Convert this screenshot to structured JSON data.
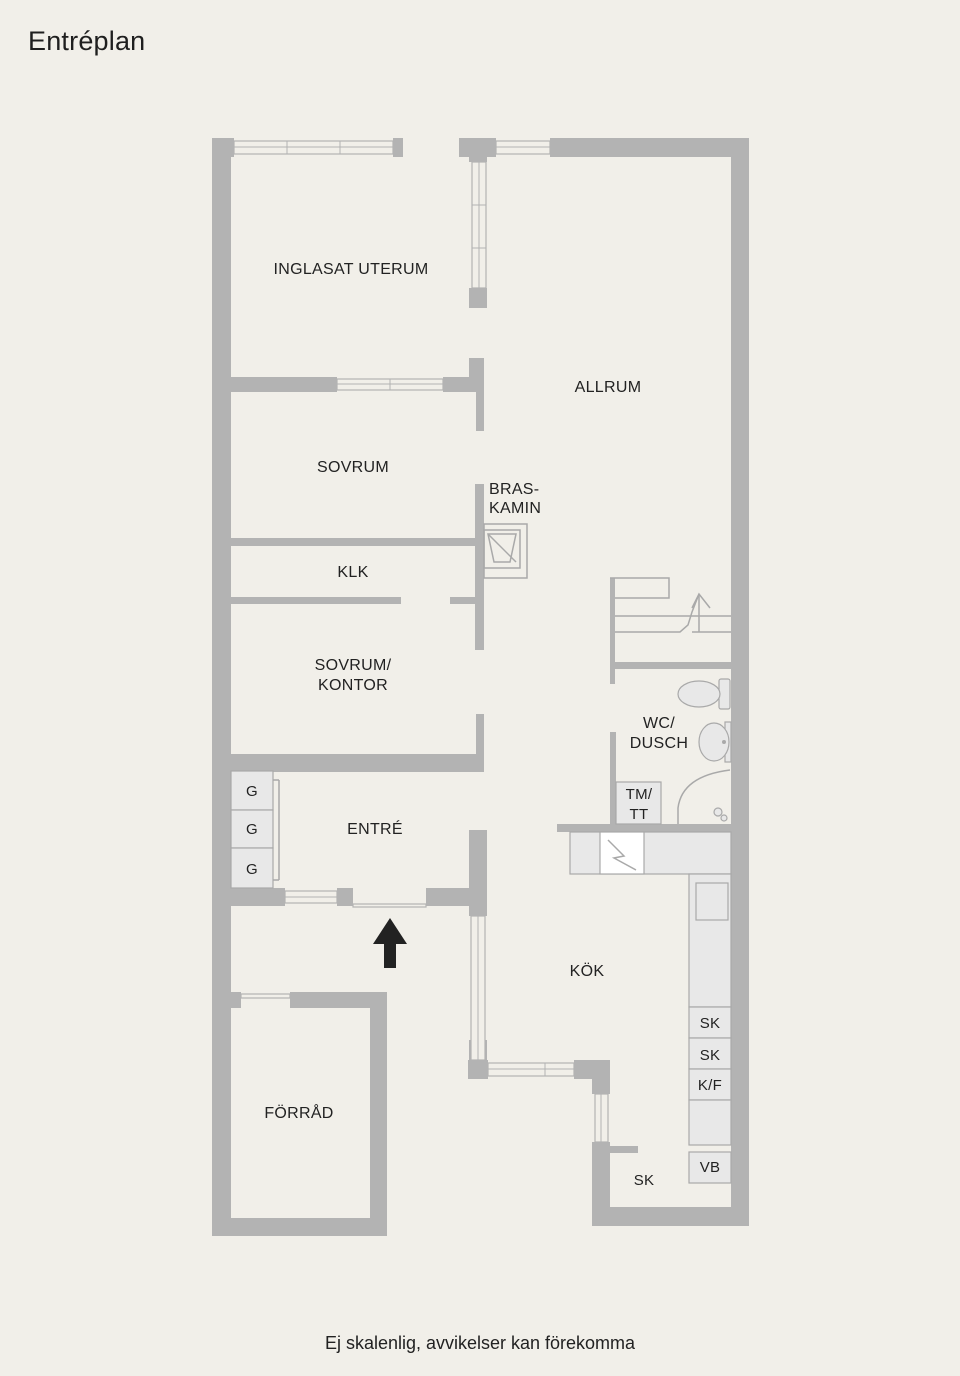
{
  "title": "Entréplan",
  "disclaimer": "Ej skalenlig, avvikelser kan förekomma",
  "colors": {
    "background": "#f1efe9",
    "wall": "#b3b3b3",
    "fixture": "#e8e8e8",
    "arrow": "#222222"
  },
  "rooms": {
    "uterum": "INGLASAT UTERUM",
    "allrum": "ALLRUM",
    "sovrum": "SOVRUM",
    "braskamin_1": "BRAS-",
    "braskamin_2": "KAMIN",
    "klk": "KLK",
    "sovrum_kontor_1": "SOVRUM/",
    "sovrum_kontor_2": "KONTOR",
    "wc_1": "WC/",
    "wc_2": "DUSCH",
    "tmtt_1": "TM/",
    "tmtt_2": "TT",
    "entre": "ENTRÉ",
    "kok": "KÖK",
    "forrad": "FÖRRÅD"
  },
  "wardrobes": [
    "G",
    "G",
    "G"
  ],
  "kitchen_units": {
    "sk1": "SK",
    "sk2": "SK",
    "kf": "K/F",
    "vb": "VB",
    "sk3": "SK"
  },
  "icons": {
    "entrance": "entrance-arrow-icon",
    "fireplace": "fireplace-icon",
    "stairs": "stairs-arrow-icon",
    "toilet": "toilet-icon",
    "sink": "sink-icon",
    "shower": "shower-icon",
    "stove": "stove-icon"
  }
}
